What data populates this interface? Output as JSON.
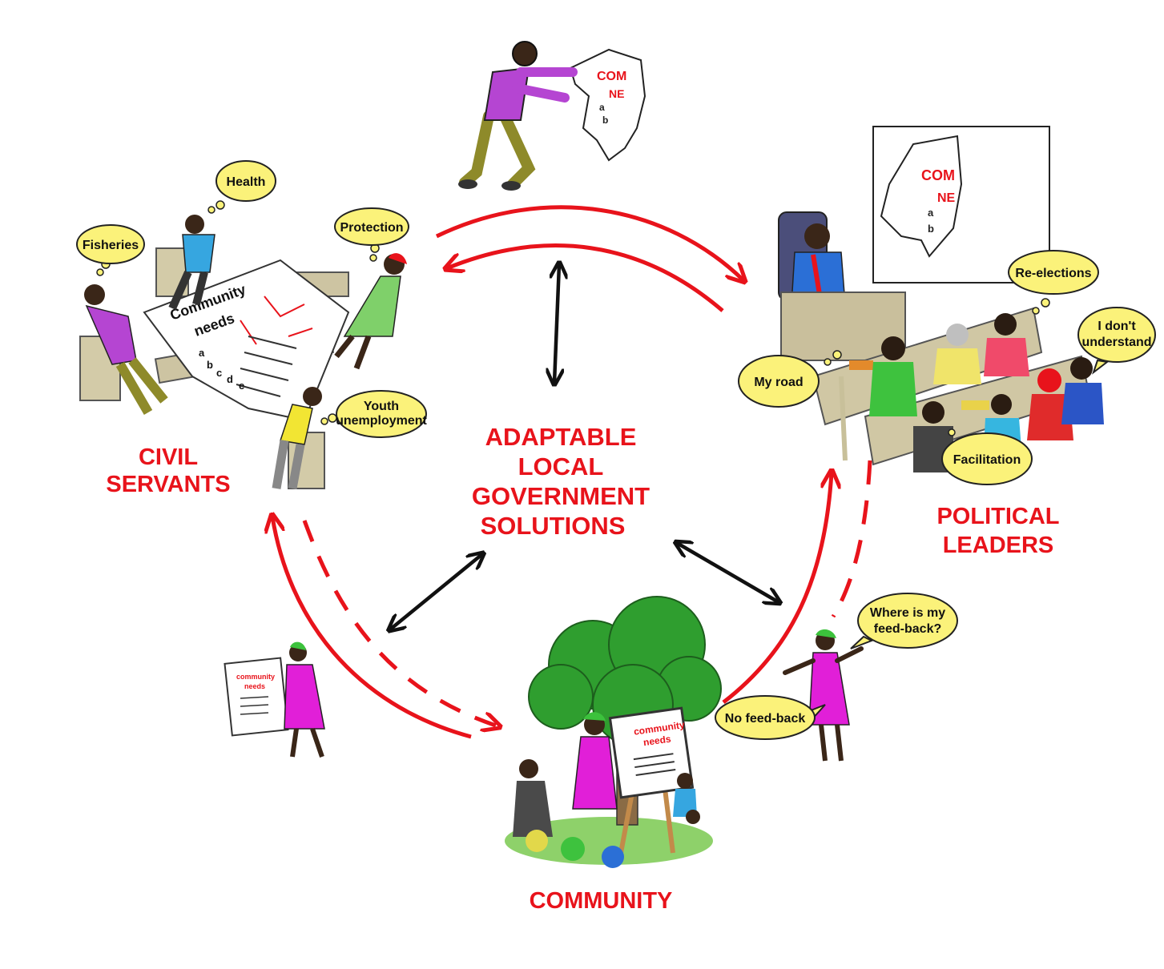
{
  "colors": {
    "accent_red": "#e8131b",
    "arrow_black": "#111111",
    "bubble_fill": "#fbf27a",
    "canopy_green": "#2f9e2f"
  },
  "center": {
    "line1": "ADAPTABLE",
    "line2": "LOCAL",
    "line3": "GOVERNMENT",
    "line4": "SOLUTIONS"
  },
  "groups": {
    "civil_servants": {
      "line1": "CIVIL",
      "line2": "SERVANTS"
    },
    "political_leaders": {
      "line1": "POLITICAL",
      "line2": "LEADERS"
    },
    "community": {
      "line1": "COMMUNITY"
    }
  },
  "bubbles": {
    "health": "Health",
    "fisheries": "Fisheries",
    "protection": "Protection",
    "youth_line1": "Youth",
    "youth_line2": "unemployment",
    "re_elections": "Re-elections",
    "dont_understand_line1": "I don't",
    "dont_understand_line2": "understand",
    "my_road": "My road",
    "facilitation": "Facilitation",
    "where_feedback_line1": "Where is my",
    "where_feedback_line2": "feed-back?",
    "no_feedback": "No feed-back"
  },
  "sheets": {
    "civil_line1": "Community",
    "civil_line2": "needs",
    "community_line1": "community",
    "community_line2": "needs",
    "small_line1": "community",
    "small_line2": "needs",
    "carried_line1": "COM",
    "carried_line2": "NE",
    "board_line1": "COM",
    "board_line2": "NE",
    "list_a": "a",
    "list_b": "b",
    "list_c": "c",
    "list_d": "d",
    "list_e": "e"
  }
}
